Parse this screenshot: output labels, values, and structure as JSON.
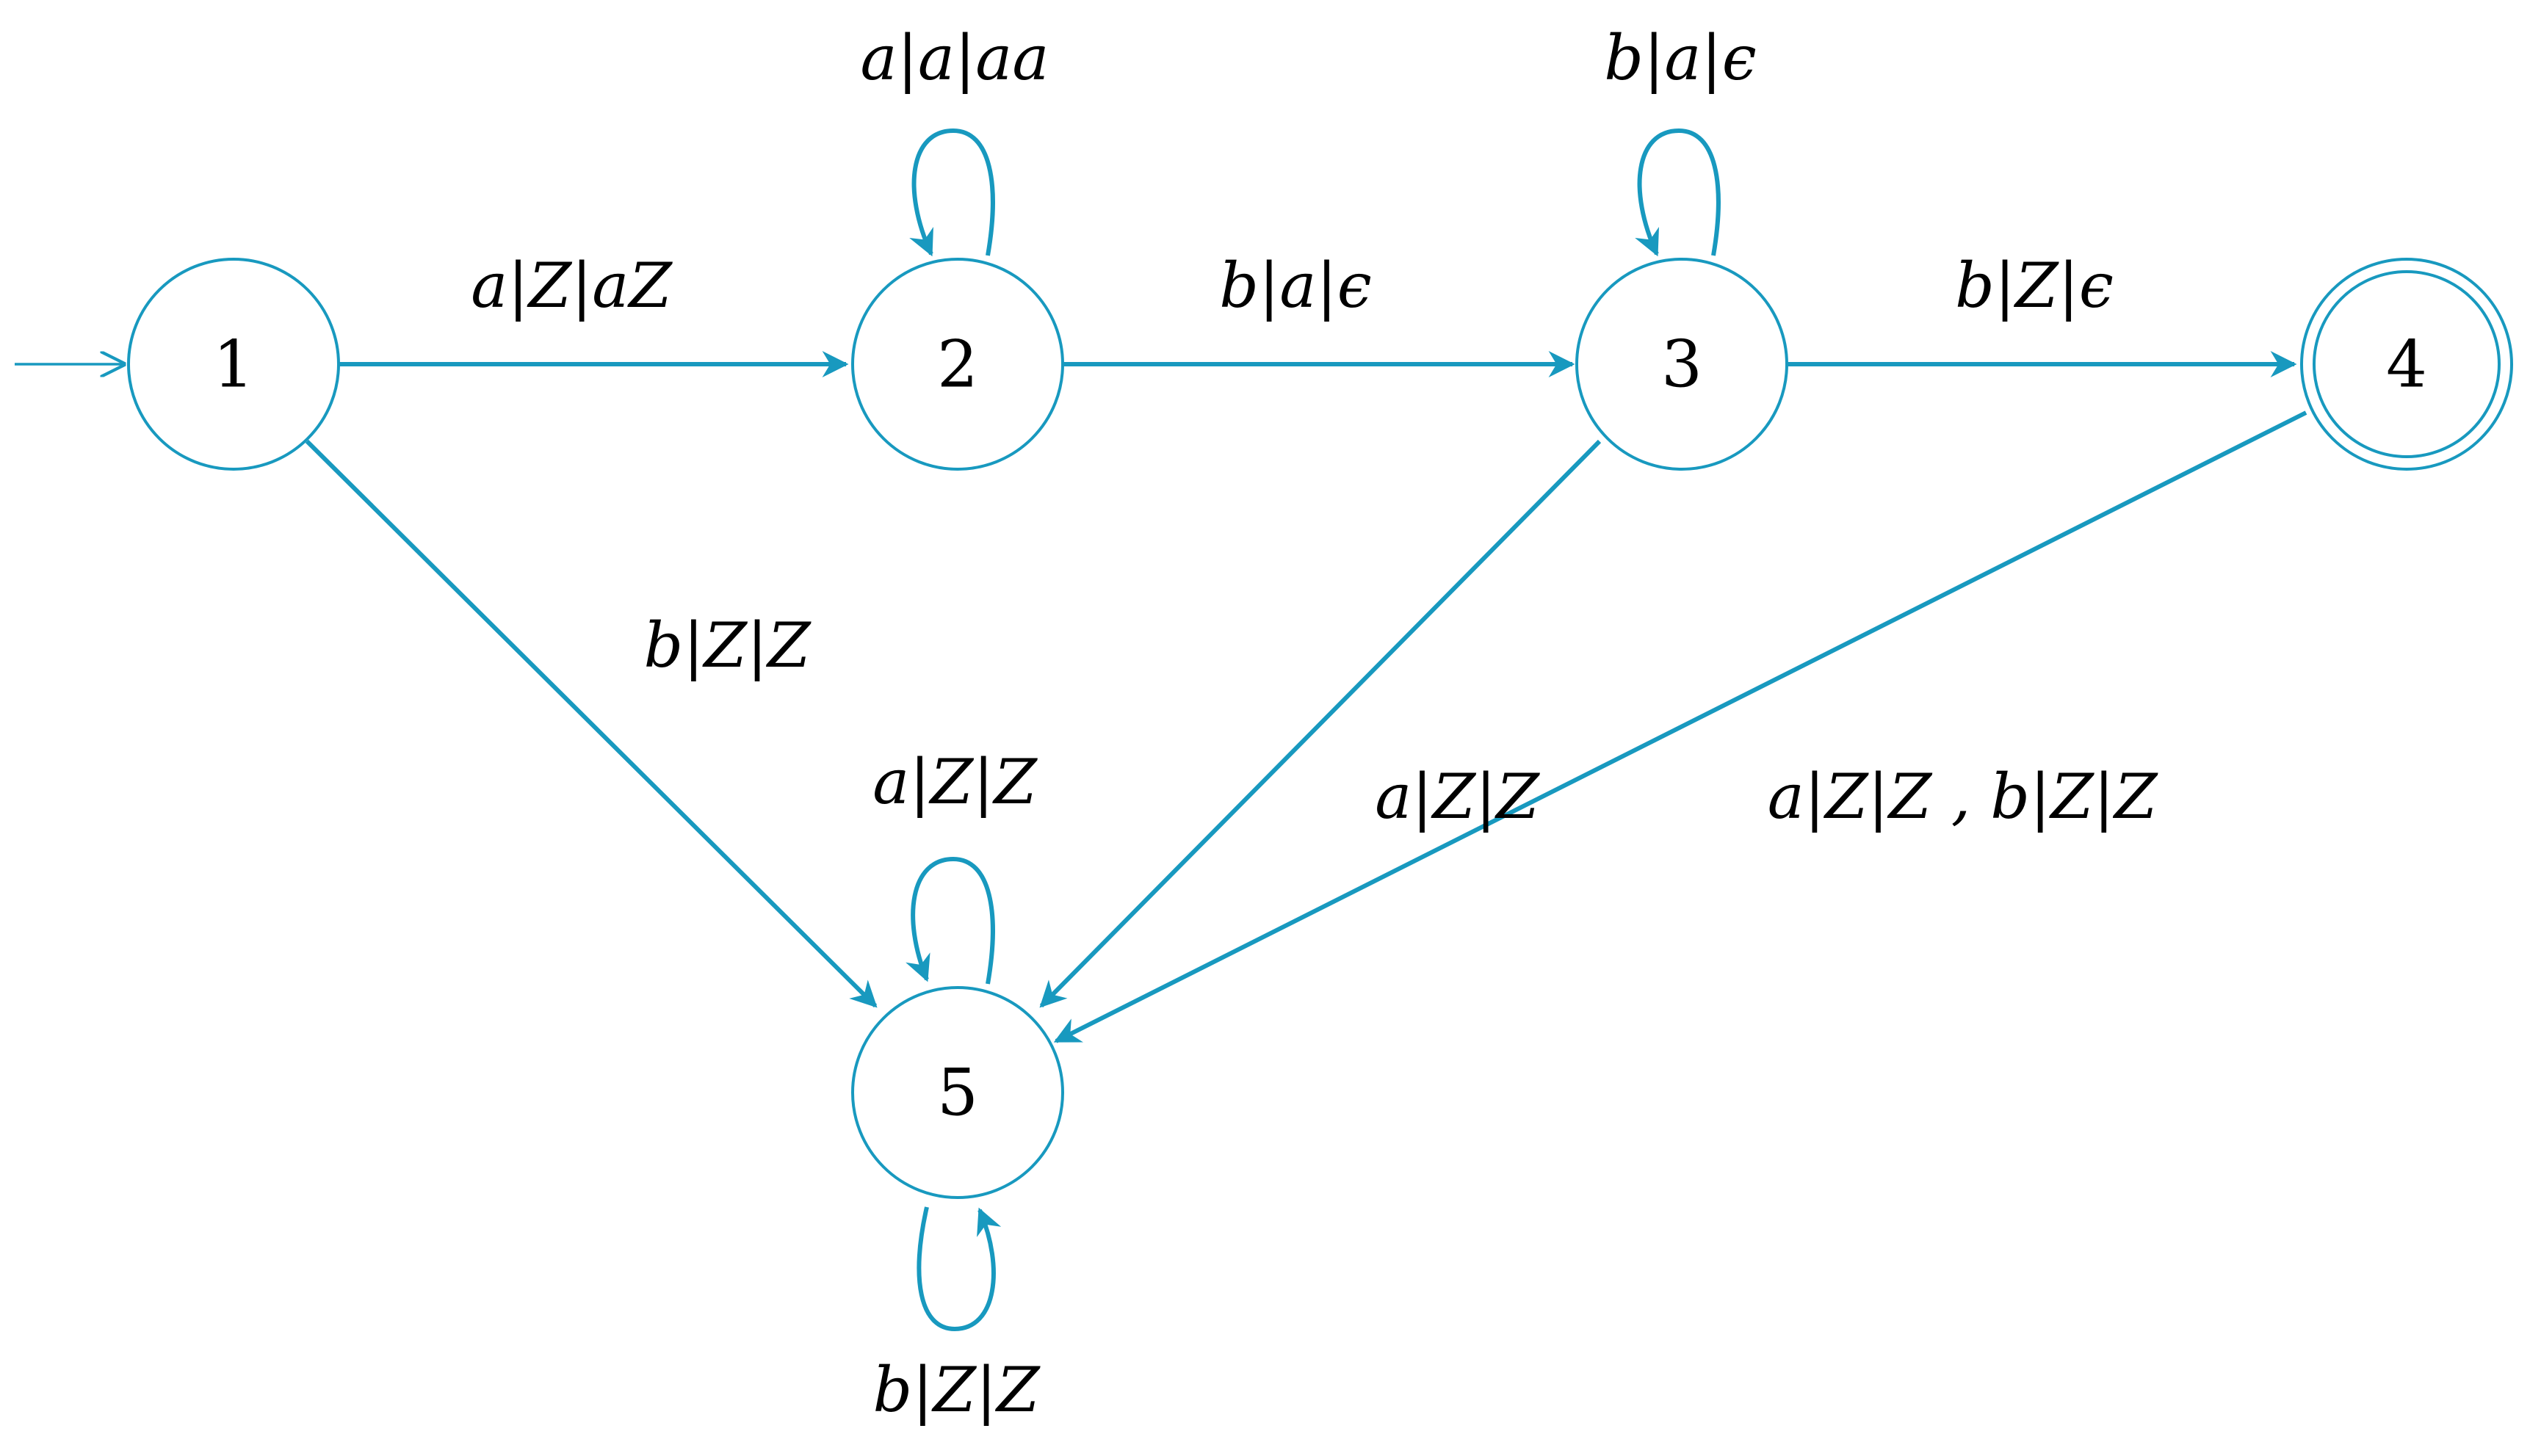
{
  "colors": {
    "stroke": "#1899bf",
    "text": "#000000",
    "background": "#ffffff"
  },
  "states": [
    {
      "id": "1",
      "label": "1",
      "initial": true,
      "accepting": false
    },
    {
      "id": "2",
      "label": "2",
      "initial": false,
      "accepting": false
    },
    {
      "id": "3",
      "label": "3",
      "initial": false,
      "accepting": false
    },
    {
      "id": "4",
      "label": "4",
      "initial": false,
      "accepting": true
    },
    {
      "id": "5",
      "label": "5",
      "initial": false,
      "accepting": false
    }
  ],
  "transitions": [
    {
      "id": "t12",
      "from": "1",
      "to": "2",
      "label": "a|Z|aZ"
    },
    {
      "id": "t22",
      "from": "2",
      "to": "2",
      "label": "a|a|aa"
    },
    {
      "id": "t23",
      "from": "2",
      "to": "3",
      "label": "b|a|ϵ"
    },
    {
      "id": "t33",
      "from": "3",
      "to": "3",
      "label": "b|a|ϵ"
    },
    {
      "id": "t34",
      "from": "3",
      "to": "4",
      "label": "b|Z|ϵ"
    },
    {
      "id": "t15",
      "from": "1",
      "to": "5",
      "label": "b|Z|Z"
    },
    {
      "id": "t35",
      "from": "3",
      "to": "5",
      "label": "a|Z|Z"
    },
    {
      "id": "t45",
      "from": "4",
      "to": "5",
      "label": "a|Z|Z , b|Z|Z"
    },
    {
      "id": "t55a",
      "from": "5",
      "to": "5",
      "label": "a|Z|Z"
    },
    {
      "id": "t55b",
      "from": "5",
      "to": "5",
      "label": "b|Z|Z"
    }
  ]
}
